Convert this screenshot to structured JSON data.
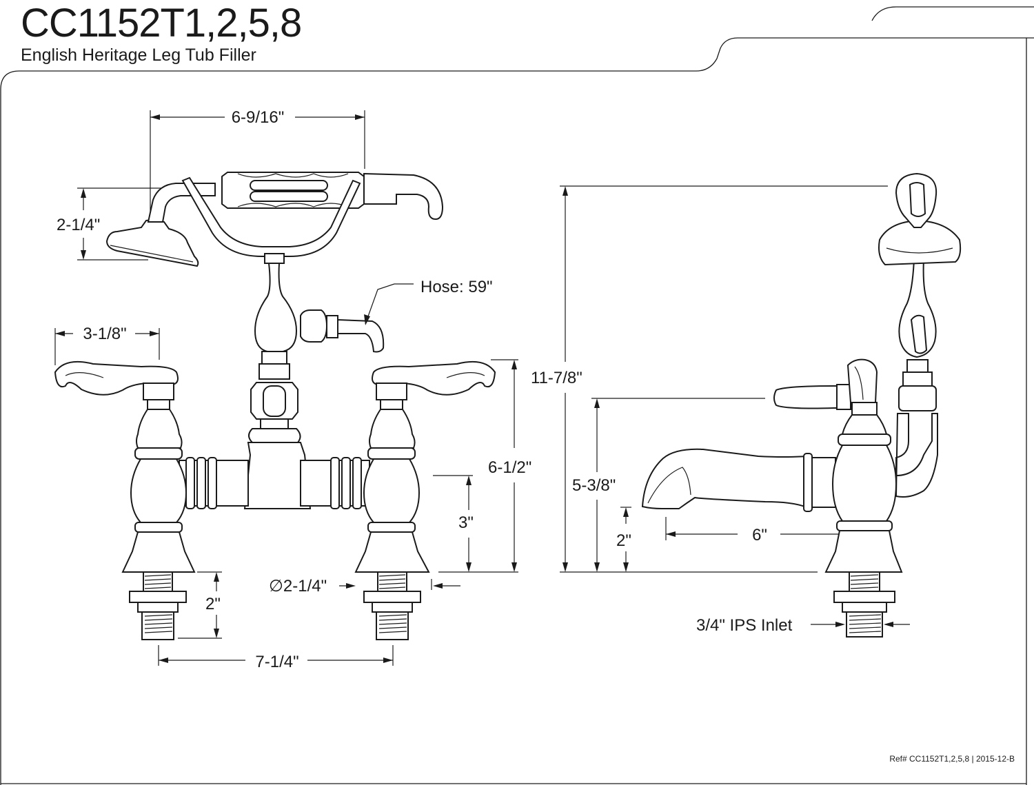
{
  "header": {
    "model": "CC1152T1,2,5,8",
    "product_name": "English Heritage Leg Tub Filler"
  },
  "dimensions": {
    "handshower_width": "6-9/16\"",
    "handshower_height": "2-1/4\"",
    "hose_length": "Hose: 59\"",
    "handle_width": "3-1/8\"",
    "handle_height": "6-1/2\"",
    "spout_height_front": "3\"",
    "shank_diameter": "∅2-1/4\"",
    "shank_length": "2\"",
    "center_spacing": "7-1/4\"",
    "overall_height": "11-7/8\"",
    "lever_height": "5-3/8\"",
    "spout_reach": "6\"",
    "spout_height_side": "2\"",
    "inlet": "3/4\" IPS Inlet"
  },
  "footer": {
    "ref": "Ref# CC1152T1,2,5,8 | 2015-12-B"
  }
}
